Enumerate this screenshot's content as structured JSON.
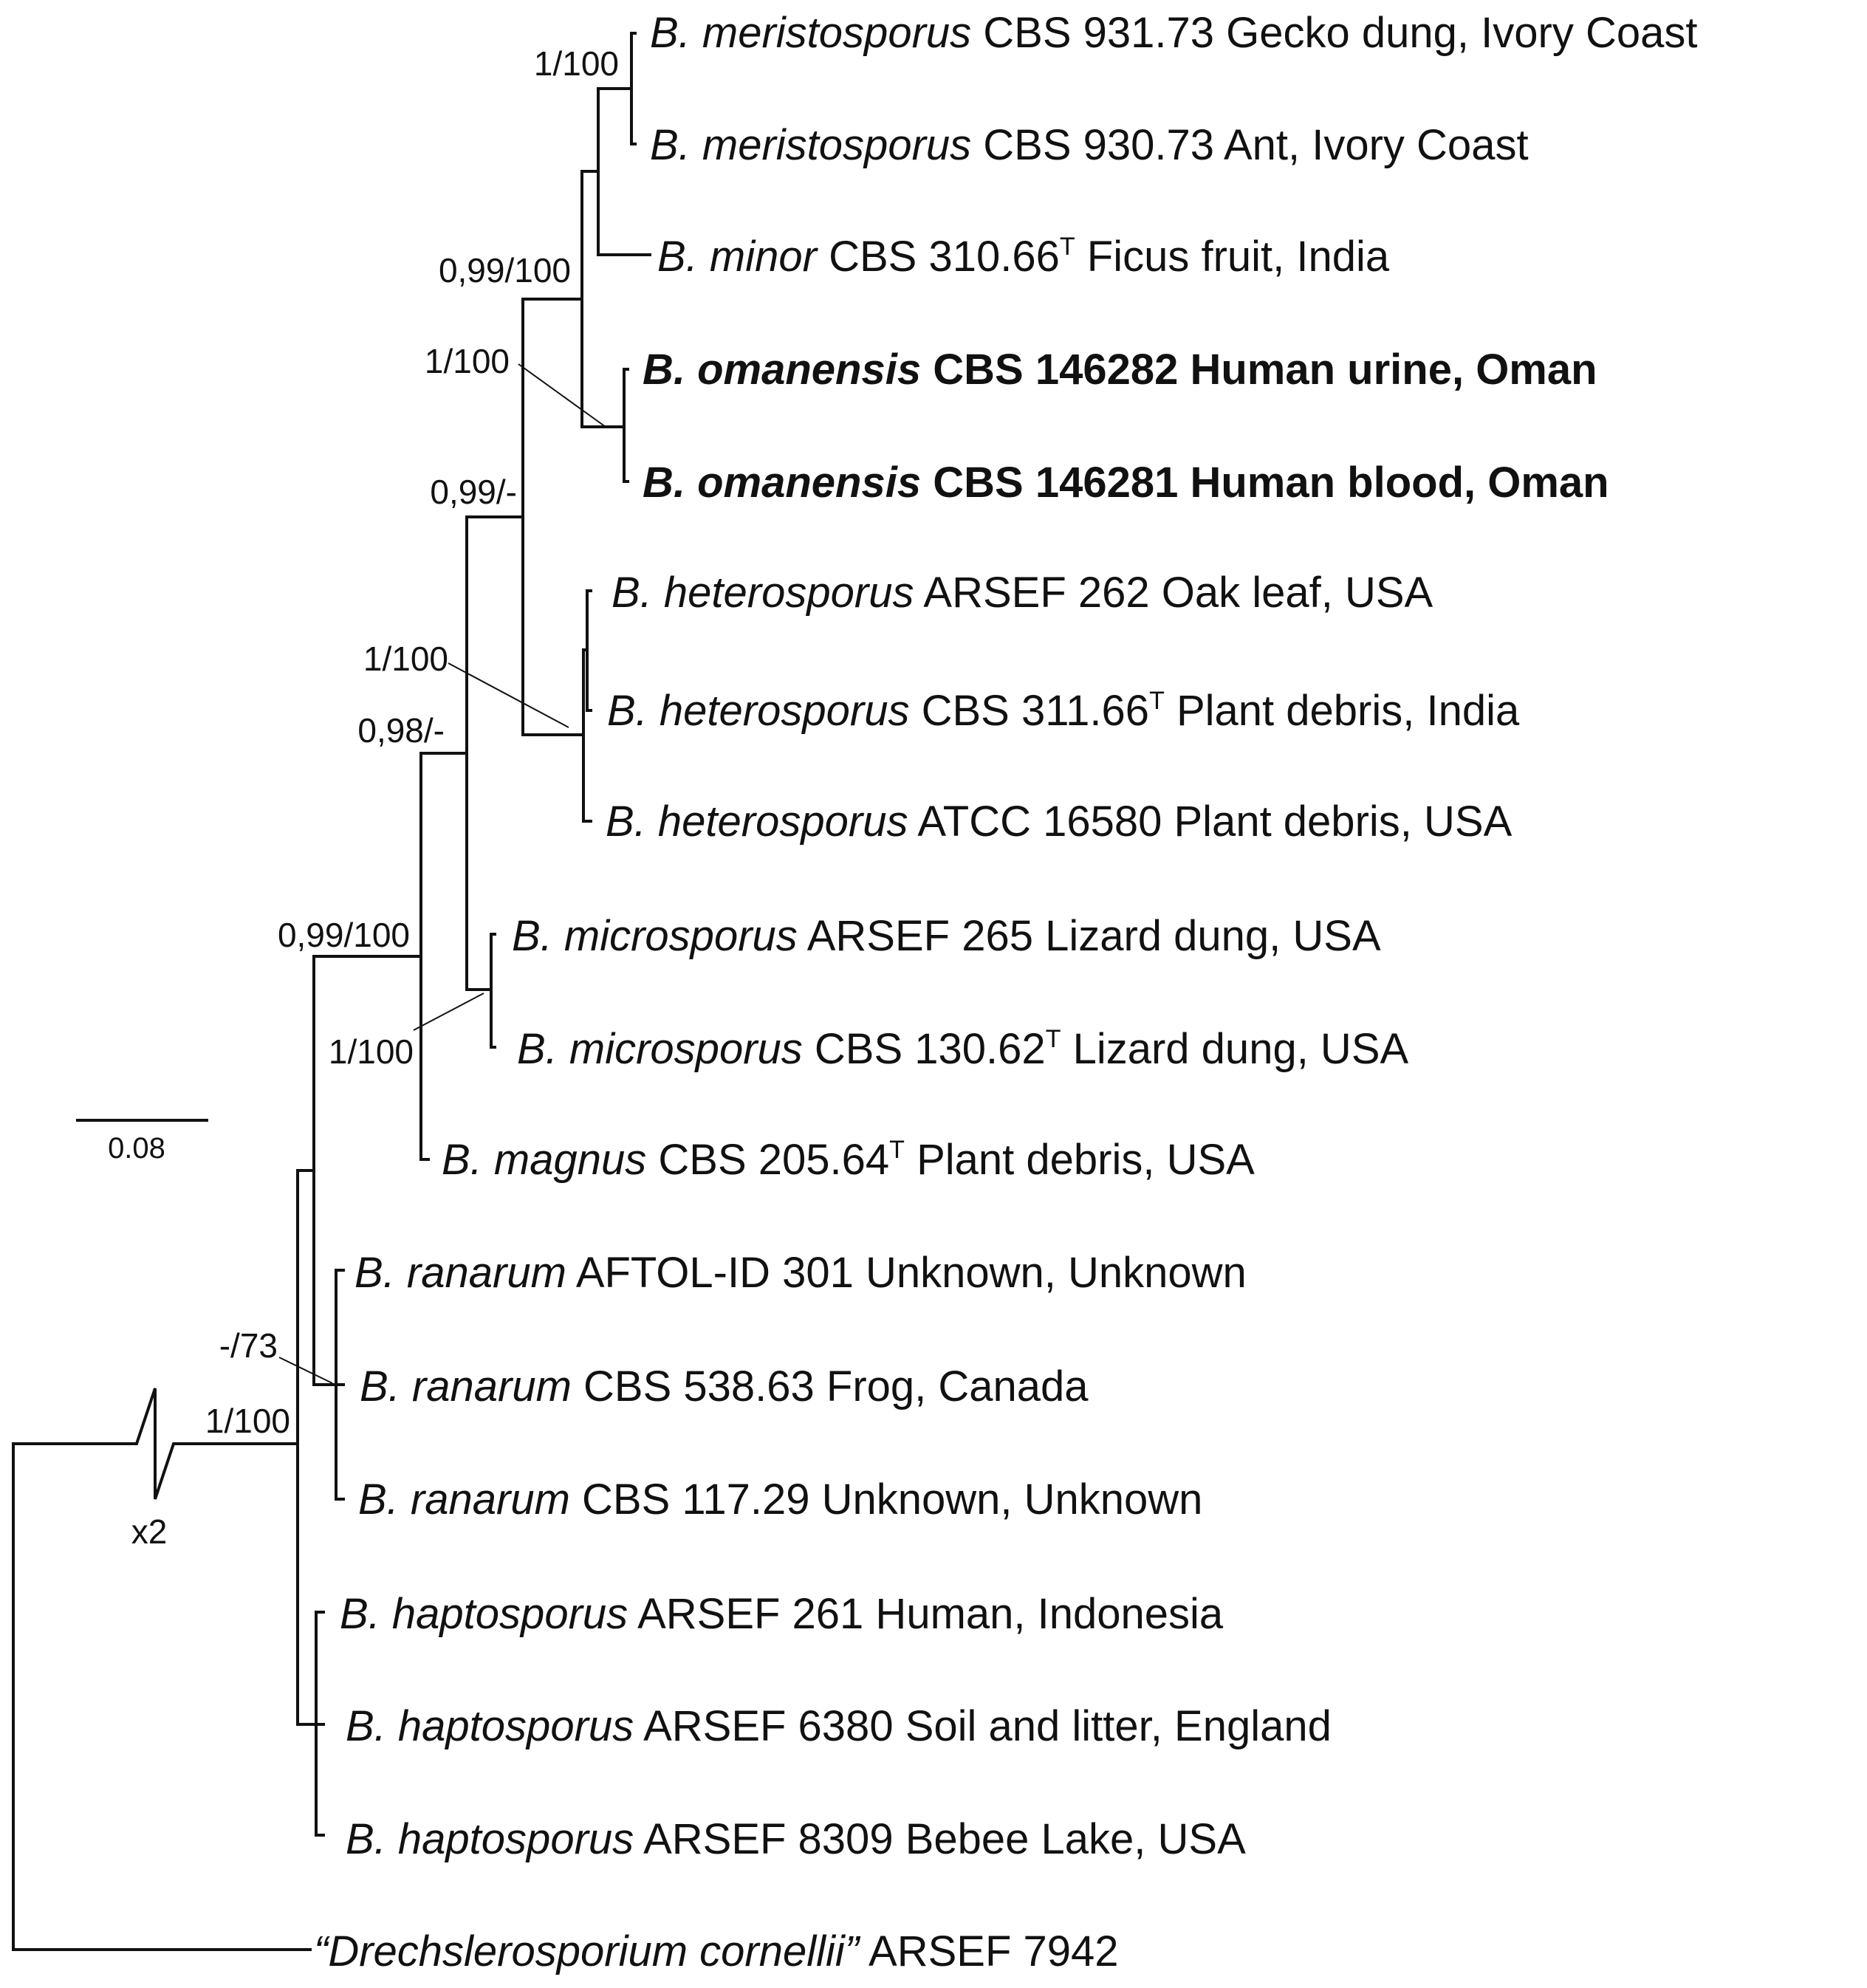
{
  "figure": {
    "scale_bar": {
      "label": "0.08"
    },
    "break_marker": {
      "label": "x2"
    },
    "taxa": [
      {
        "italic": "B. meristosporus",
        "rest": "CBS 931.73 Gecko dung, Ivory Coast",
        "sup": "",
        "tail": "",
        "bold": false
      },
      {
        "italic": "B. meristosporus",
        "rest": "CBS 930.73 Ant, Ivory Coast",
        "sup": "",
        "tail": "",
        "bold": false
      },
      {
        "italic": "B. minor",
        "rest": "CBS 310.66",
        "sup": "T",
        "tail": "Ficus fruit, India",
        "bold": false
      },
      {
        "italic": "B. omanensis",
        "rest": "CBS 146282 Human urine, Oman",
        "sup": "",
        "tail": "",
        "bold": true
      },
      {
        "italic": "B. omanensis",
        "rest": "CBS 146281 Human blood, Oman",
        "sup": "",
        "tail": "",
        "bold": true
      },
      {
        "italic": "B. heterosporus",
        "rest": "ARSEF 262 Oak leaf, USA",
        "sup": "",
        "tail": "",
        "bold": false
      },
      {
        "italic": "B. heterosporus",
        "rest": "CBS 311.66",
        "sup": "T",
        "tail": "Plant debris, India",
        "bold": false
      },
      {
        "italic": "B. heterosporus",
        "rest": "ATCC 16580 Plant debris, USA",
        "sup": "",
        "tail": "",
        "bold": false
      },
      {
        "italic": "B. microsporus",
        "rest": "ARSEF 265 Lizard dung, USA",
        "sup": "",
        "tail": "",
        "bold": false
      },
      {
        "italic": "B. microsporus",
        "rest": "CBS 130.62",
        "sup": "T",
        "tail": "Lizard dung, USA",
        "bold": false
      },
      {
        "italic": "B. magnus",
        "rest": "CBS 205.64",
        "sup": "T",
        "tail": "Plant debris, USA",
        "bold": false
      },
      {
        "italic": "B. ranarum",
        "rest": "AFTOL-ID 301 Unknown, Unknown",
        "sup": "",
        "tail": "",
        "bold": false
      },
      {
        "italic": "B. ranarum",
        "rest": "CBS 538.63 Frog, Canada",
        "sup": "",
        "tail": "",
        "bold": false
      },
      {
        "italic": "B. ranarum",
        "rest": "CBS 117.29 Unknown, Unknown",
        "sup": "",
        "tail": "",
        "bold": false
      },
      {
        "italic": "B. haptosporus",
        "rest": "ARSEF 261 Human, Indonesia",
        "sup": "",
        "tail": "",
        "bold": false
      },
      {
        "italic": "B. haptosporus",
        "rest": "ARSEF 6380 Soil and litter, England",
        "sup": "",
        "tail": "",
        "bold": false
      },
      {
        "italic": "B. haptosporus",
        "rest": "ARSEF 8309 Bebee Lake, USA",
        "sup": "",
        "tail": "",
        "bold": false
      },
      {
        "italic": "“Drechslerosporium cornellii”",
        "rest": "ARSEF 7942",
        "sup": "",
        "tail": "",
        "bold": false
      }
    ],
    "support_values": [
      "1/100",
      "0,99/100",
      "1/100",
      "0,99/-",
      "1/100",
      "0,98/-",
      "0,99/100",
      "1/100",
      "-/73",
      "1/100"
    ]
  }
}
